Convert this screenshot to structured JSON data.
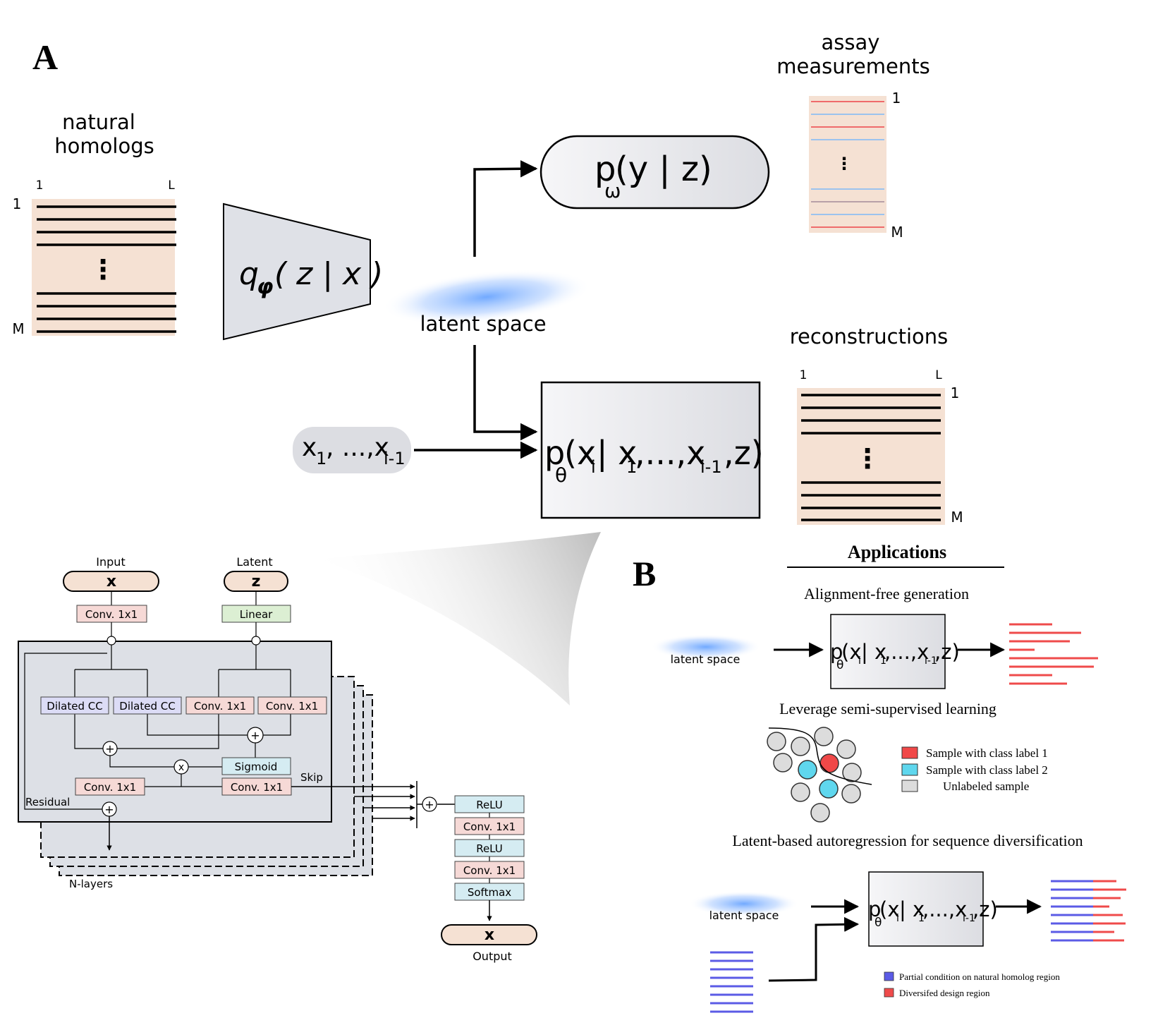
{
  "panel_a": {
    "label": "A",
    "natural_homologs": {
      "title_line1": "natural",
      "title_line2": "homologs",
      "col_start": "1",
      "col_end": "L",
      "row_start": "1",
      "row_end": "M",
      "dots": "⋮"
    },
    "encoder": {
      "text": "q",
      "sub": "φ",
      "args": "( z | x )"
    },
    "latent_space": "latent space",
    "assay": {
      "title_line1": "assay",
      "title_line2": "measurements",
      "row_start": "1",
      "row_end": "M",
      "dots": "⋮"
    },
    "predictor": {
      "p": "p",
      "sub": "ω",
      "args": "(y | z)"
    },
    "context": {
      "x1": "x",
      "x1_sub": "1",
      "mid": ", ...,x",
      "mid_sub": "i-1"
    },
    "decoder": {
      "p": "p",
      "p_sub": "θ",
      "a": "(x",
      "a_sub": "i",
      "b": "| x",
      "b_sub": "1",
      "c": ",...,x",
      "c_sub": "i-1",
      "d": ",z)"
    },
    "reconstructions": {
      "title": "reconstructions",
      "col_start": "1",
      "col_end": "L",
      "row_start": "1",
      "row_end": "M",
      "dots": "⋮"
    }
  },
  "architecture": {
    "input_label": "Input",
    "input_symbol": "x",
    "latent_label": "Latent",
    "latent_symbol": "z",
    "input_conv": "Conv. 1x1",
    "linear": "Linear",
    "dilated_1": "Dilated CC",
    "dilated_2": "Dilated CC",
    "conv_a": "Conv. 1x1",
    "conv_b": "Conv. 1x1",
    "sigmoid": "Sigmoid",
    "conv_res": "Conv. 1x1",
    "conv_skip": "Conv. 1x1",
    "skip": "Skip",
    "residual": "Residual",
    "n_layers": "N-layers",
    "plus": "+",
    "times": "x",
    "out_relu1": "ReLU",
    "out_conv1": "Conv. 1x1",
    "out_relu2": "ReLU",
    "out_conv2": "Conv. 1x1",
    "out_softmax": "Softmax",
    "output_symbol": "x",
    "output_label": "Output"
  },
  "panel_b": {
    "label": "B",
    "heading": "Applications",
    "generation": {
      "title": "Alignment-free generation",
      "latent": "latent space"
    },
    "semi": {
      "title": "Leverage semi-supervised learning",
      "legend": [
        "Sample with class label 1",
        "Sample with class label 2",
        "Unlabeled sample"
      ]
    },
    "diversification": {
      "title": "Latent-based autoregression for sequence diversification",
      "latent": "latent space",
      "legend": [
        "Partial condition on natural homolog region",
        "Diversifed design region"
      ]
    }
  },
  "colors": {
    "peach": "#f5e1d3",
    "pink_box": "#f6d9d6",
    "green_box": "#dcefd3",
    "purple_box": "#dcdcf6",
    "cyan_box": "#d5ecf2",
    "gray_box": "#dde0e6",
    "red_line": "#ef4b4b",
    "blue_line": "#5b5be6",
    "cyan_dot": "#5fd7ee",
    "red_dot": "#f04848",
    "gray_dot": "#dcdcdc",
    "latent_blue": "#7fb0ff"
  }
}
